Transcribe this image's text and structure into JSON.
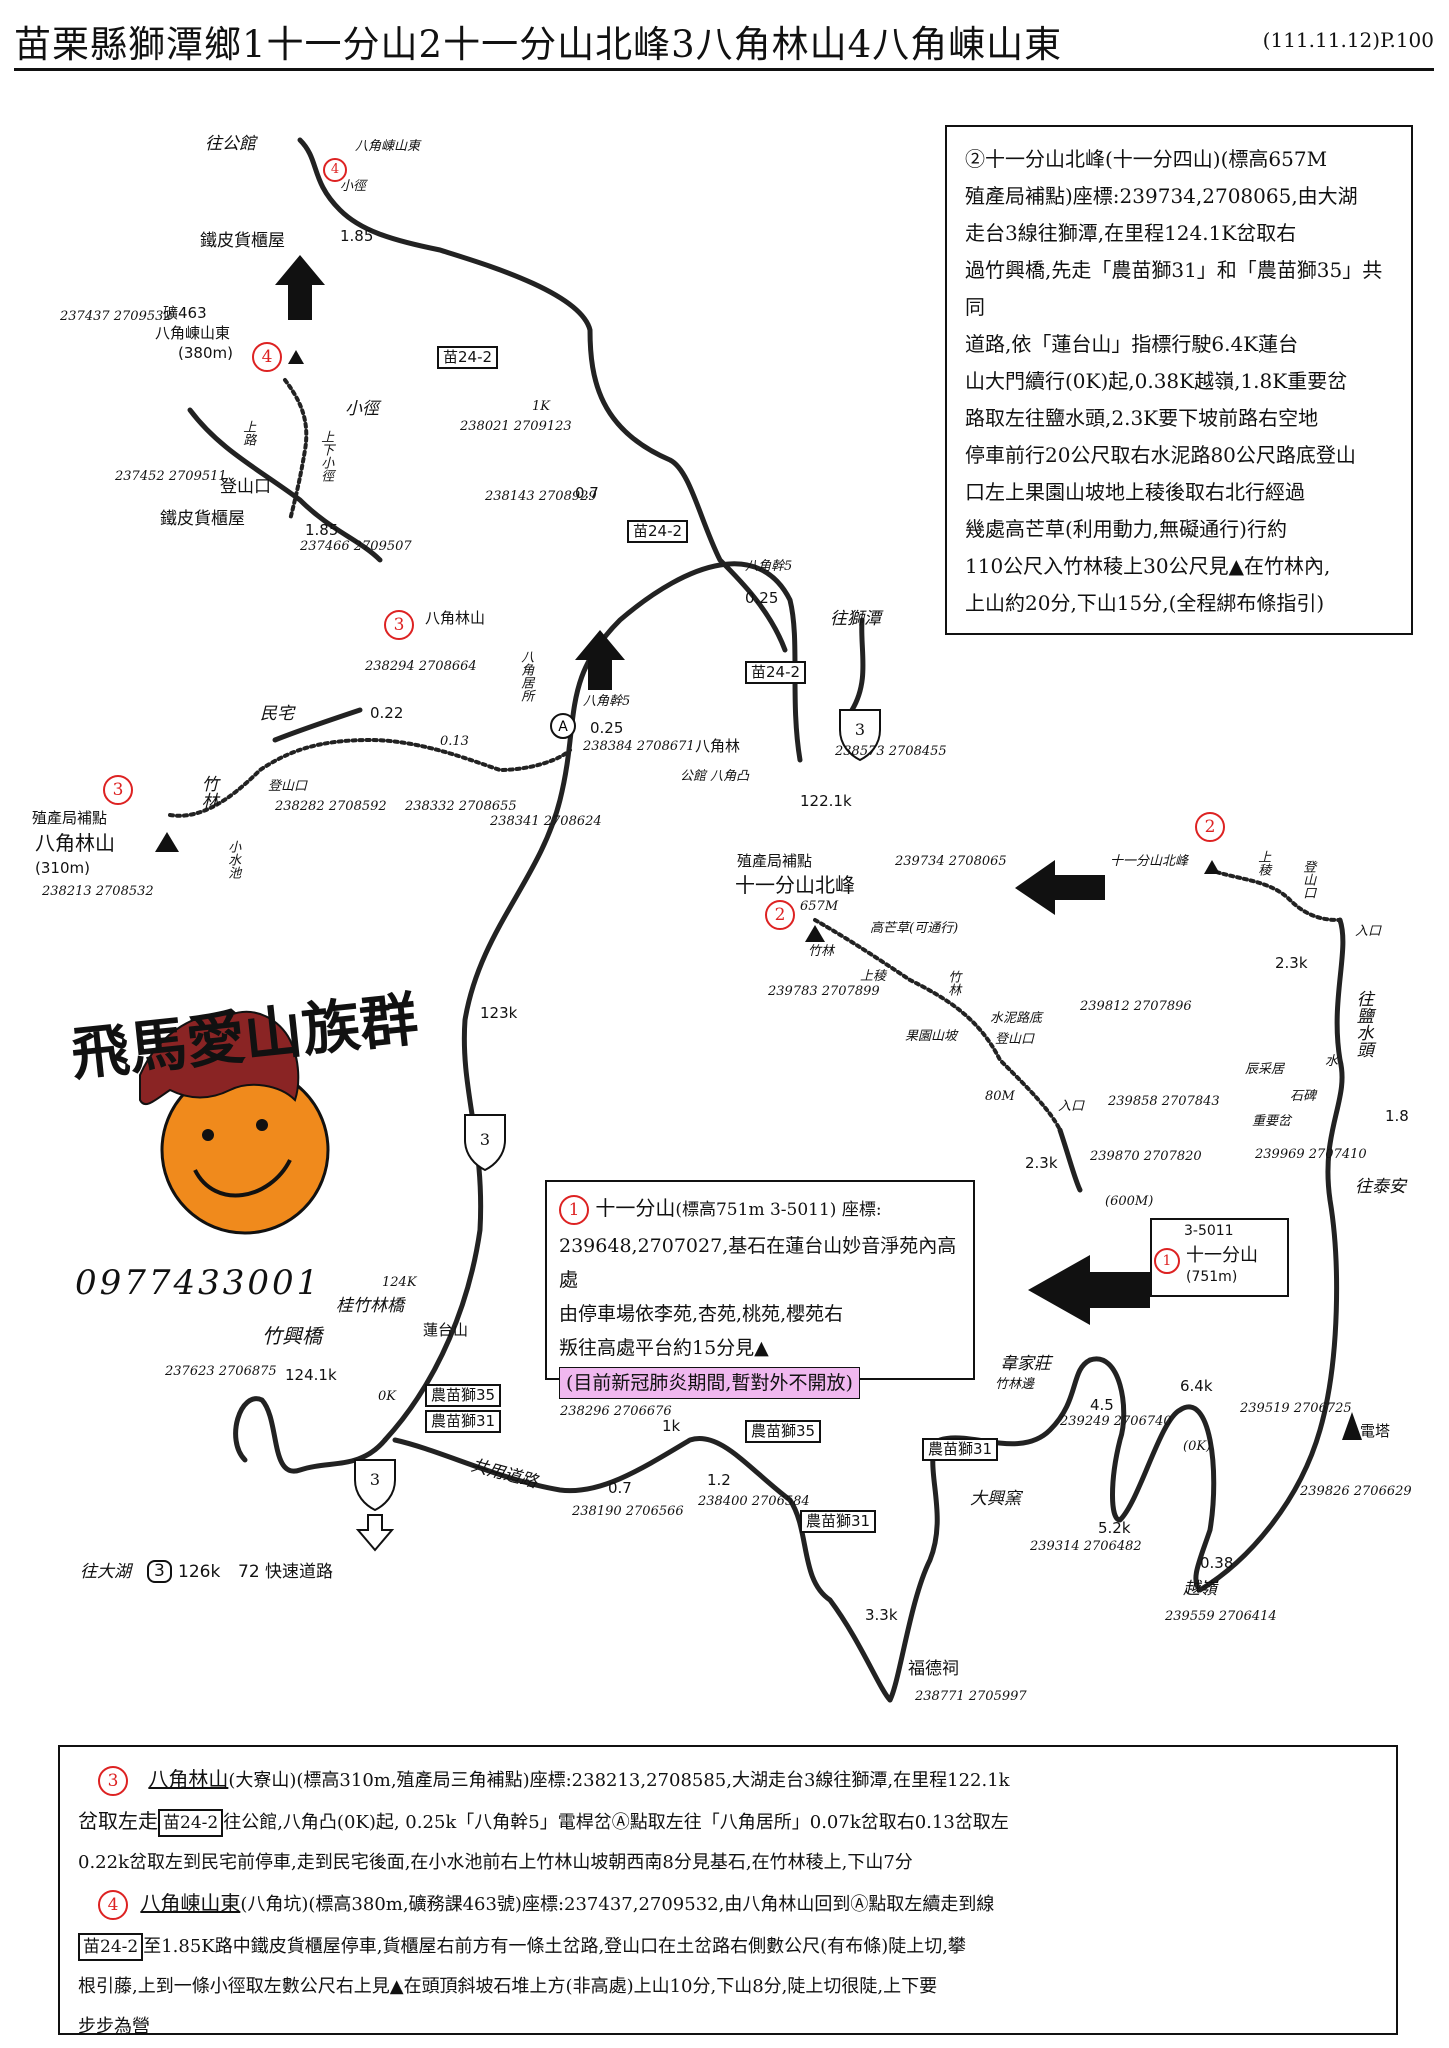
{
  "header": {
    "title": "苗栗縣獅潭鄉1十一分山2十一分山北峰3八角林山4八角崠山東",
    "date_page": "(111.11.12)P.100"
  },
  "logo": {
    "brand_text": "飛馬愛山族群",
    "phone": "0977433001"
  },
  "map_labels": {
    "to_gongguan": "往公館",
    "baguadong_east_top": "八角崠山東",
    "trail_small_top": "小徑",
    "iron_shed": "鐵皮貨櫃屋",
    "km_185_top": "1.85",
    "road_sign_242_a": "苗24-2",
    "road_sign_242_b": "苗24-2",
    "road_sign_242_c": "苗24-2",
    "mine_463": "礦463",
    "baguadong_east": "八角崠山東",
    "baguadong_elev": "(380m)",
    "coord_4": "237437\n2709532",
    "trail_small": "小徑",
    "trail_updown": "上下小徑",
    "uproad": "上路",
    "trailhead_dengshan": "登山口",
    "iron_shed_2": "鐵皮貨櫃屋",
    "coord_trailhead": "237452\n2709511",
    "coord_shed": "237466\n2709507",
    "k_185": "1.85",
    "k_1": "1K",
    "coord_1k": "238021\n2709123",
    "k_07": "0.7",
    "coord_07": "238143\n2708929",
    "bajiao_pole5_top": "八角幹5",
    "k_025_top": "0.25",
    "to_shitan": "往獅潭",
    "bajiaolin_3_label": "八角林山",
    "coord_3a": "238294\n2708664",
    "bajiaoju": "八角居所",
    "pole_bajiao5": "八角幹5",
    "k_025": "0.25",
    "coord_A": "238384\n2708671",
    "minzhai": "民宅",
    "k_022": "0.22",
    "k_013": "0.13",
    "coord_013": "238332\n2708655",
    "coord_a2": "238341\n2708624",
    "bajiaolin": "八角林",
    "gongguan_bajiaoao": "公館\n八角凸",
    "coord_bajiaolin": "238573\n2708455",
    "k_1221": "122.1k",
    "bamboo": "竹林",
    "trailhead_3": "登山口",
    "coord_3_trailhead": "238282\n2708592",
    "pond": "小水池",
    "zhichan_3": "殖產局補點",
    "bajiaolin_name": "八角林山",
    "bajiaolin_elev": "(310m)",
    "coord_3": "238213\n2708532",
    "k_123": "123k",
    "zhichan_2": "殖產局補點",
    "north_peak_name": "十一分山北峰",
    "coord_2": "239734\n2708065",
    "elev_2": "657M",
    "gaomangcao": "高芒草(可通行)",
    "bamboo_2": "竹林",
    "ridge_2": "上稜",
    "bamboo_3": "竹林",
    "coord_2b": "239783\n2707899",
    "orchard": "果園山坡",
    "cement_road": "水泥路底",
    "trailhead_2": "登山口",
    "coord_2c": "239812\n2707896",
    "m80": "80M",
    "entrance": "入口",
    "coord_entrance": "239858\n2707843",
    "k_23": "2.3k",
    "coord_p": "239870\n2707820",
    "elev_p": "(600M)",
    "north_peak_small": "十一分山北峰",
    "ridge_r": "上稜",
    "dengshan_r": "登山口",
    "entrance_r": "入口",
    "k_23_r": "2.3k",
    "to_yanshui": "往鹽水頭",
    "chencai": "辰采居",
    "k_shui": "水",
    "stone": "石碑",
    "zhongyao": "重要岔",
    "coord_r": "239969\n2707410",
    "k_18": "1.8",
    "to_taian": "往泰安",
    "sign_5011_code": "3-5011",
    "sign_5011_name": "十一分山",
    "sign_5011_elev": "(751m)",
    "k_124": "124K",
    "guizhulin_bridge": "桂竹林橋",
    "zhuxing_bridge": "竹興橋",
    "liantaishan": "蓮台山",
    "coord_1241": "237623\n2706875",
    "k_1241": "124.1k",
    "ok": "0K",
    "nong35_a": "農苗獅35",
    "nong31_a": "農苗獅31",
    "coord_1k_b": "238296\n2706676",
    "k_1k_b": "1k",
    "nong35_b": "農苗獅35",
    "gongyong_road": "共用道路",
    "k_07_b": "0.7",
    "coord_07_b": "238190\n2706566",
    "k_12": "1.2",
    "coord_12": "238400\n2706584",
    "nong31_b": "農苗獅31",
    "nong31_c": "農苗獅31",
    "wei_house": "韋家莊",
    "bamboo_4": "竹林邊",
    "k_45": "4.5",
    "coord_45": "239249\n2706740",
    "daxingyao": "大興窯",
    "k_64": "6.4k",
    "ok_2": "(0K)",
    "coord_64": "239519\n2706725",
    "tower": "電塔",
    "coord_tower": "239826\n2706629",
    "k_52": "5.2k",
    "coord_52": "239314\n2706482",
    "k_038": "0.38",
    "yue_ling": "越嶺",
    "coord_038": "239559\n2706414",
    "k_33": "3.3k",
    "fude": "福德祠",
    "coord_fude": "238771\n2705997",
    "to_dahu": "往大湖",
    "route3_126": "126k",
    "expressway": "72 快速道路",
    "route3_badge": "3"
  },
  "box_top_right": {
    "lines": [
      "②十一分山北峰(十一分四山)(標高657M",
      "殖產局補點)座標:239734,2708065,由大湖",
      "走台3線往獅潭,在里程124.1K岔取右",
      "過竹興橋,先走「農苗獅31」和「農苗獅35」共同",
      "道路,依「蓮台山」指標行駛6.4K蓮台",
      "山大門續行(0K)起,0.38K越嶺,1.8K重要岔",
      "路取左往鹽水頭,2.3K要下坡前路右空地",
      "停車前行20公尺取右水泥路80公尺路底登山",
      "口左上果園山坡地上稜後取右北行經過",
      "幾處高芒草(利用動力,無礙通行)行約",
      "110公尺入竹林稜上30公尺見▲在竹林內,",
      "上山約20分,下山15分,(全程綁布條指引)"
    ]
  },
  "box_mid": {
    "num": "1",
    "header_name": "十一分山",
    "header_detail": "(標高751m 3-5011) 座標:",
    "body_lines": [
      "239648,2707027,基石在蓮台山妙音淨苑內高處",
      "由停車場依李苑,杏苑,桃苑,櫻苑右",
      "叛往高處平台約15分見▲"
    ],
    "notice": "(目前新冠肺炎期間,暫對外不開放)"
  },
  "box_bottom": {
    "p3_num": "3",
    "p3_name": "八角林山",
    "p3_detail": "(大寮山)(標高310m,殖產局三角補點)座標:238213,2708585,大湖走台3線往獅潭,在里程122.1k",
    "p3_line2_a": "岔取左走",
    "p3_line2_sign": "苗24-2",
    "p3_line2_b": "往公館,八角凸(0K)起, 0.25k「八角幹5」電桿岔Ⓐ點取左往「八角居所」0.07k岔取右0.13岔取左",
    "p3_line3": "0.22k岔取左到民宅前停車,走到民宅後面,在小水池前右上竹林山坡朝西南8分見基石,在竹林稜上,下山7分",
    "p4_num": "4",
    "p4_name": "八角崠山東",
    "p4_detail": "(八角坑)(標高380m,礦務課463號)座標:237437,2709532,由八角林山回到Ⓐ點取左續走到線",
    "p4_line2_sign": "苗24-2",
    "p4_line2": "至1.85K路中鐵皮貨櫃屋停車,貨櫃屋右前方有一條土岔路,登山口在土岔路右側數公尺(有布條)陡上切,攀",
    "p4_line3": "根引藤,上到一條小徑取左數公尺右上見▲在頭頂斜坡石堆上方(非高處)上山10分,下山8分,陡上切很陡,上下要",
    "p4_line4": "步步為營"
  },
  "colors": {
    "red": "#dd2222",
    "notice": "#f0b8ef",
    "logo_orange": "#f08a1c",
    "logo_horse": "#8a2424"
  }
}
